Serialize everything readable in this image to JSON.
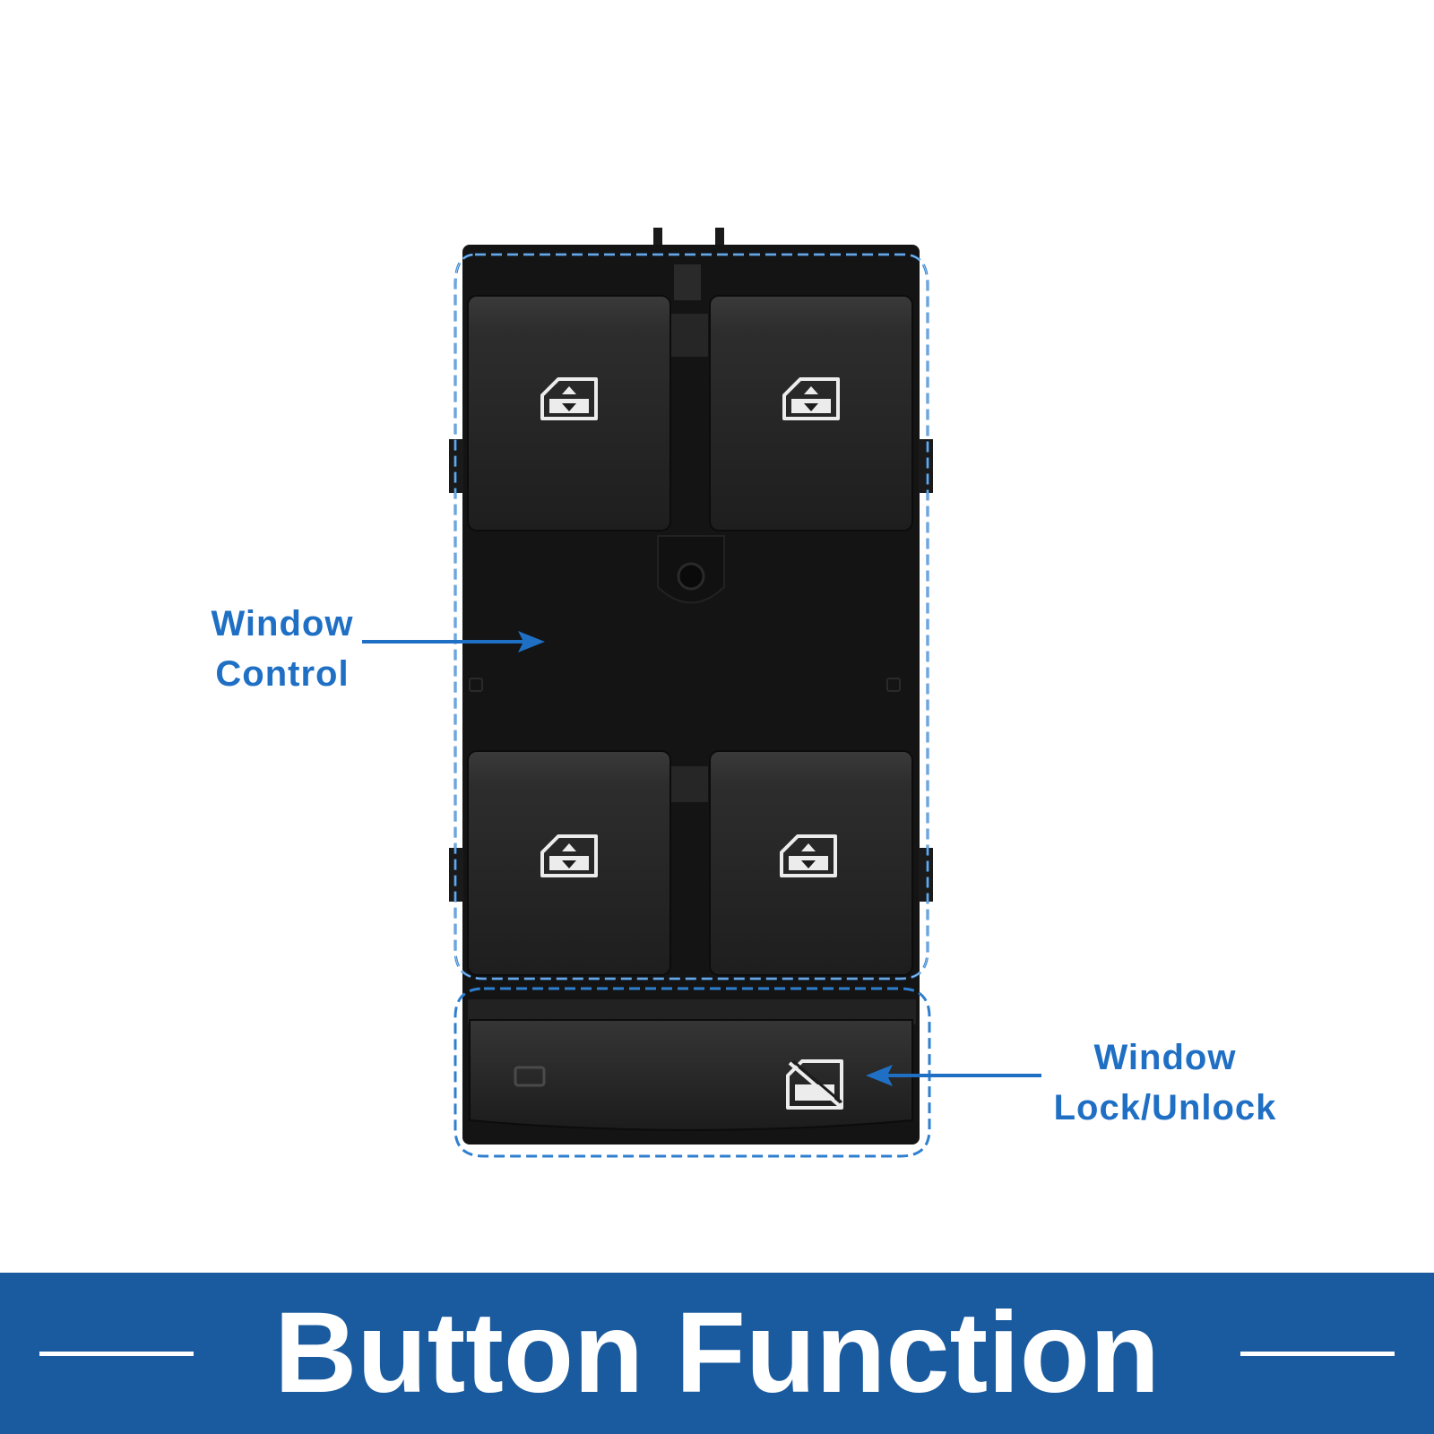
{
  "callouts": {
    "window_control": [
      "Window",
      "Control"
    ],
    "window_lock": [
      "Window",
      "Lock/Unlock"
    ]
  },
  "banner": {
    "title": "Button Function"
  },
  "colors": {
    "accent_blue": "#1f6fc4",
    "banner_blue": "#1a5a9e",
    "switch_body": "#141414",
    "button_face": "#2c2c2c",
    "icon": "#ececec"
  },
  "icons": {
    "window_button": "window-up-down-icon",
    "lock_button": "window-lock-icon"
  }
}
